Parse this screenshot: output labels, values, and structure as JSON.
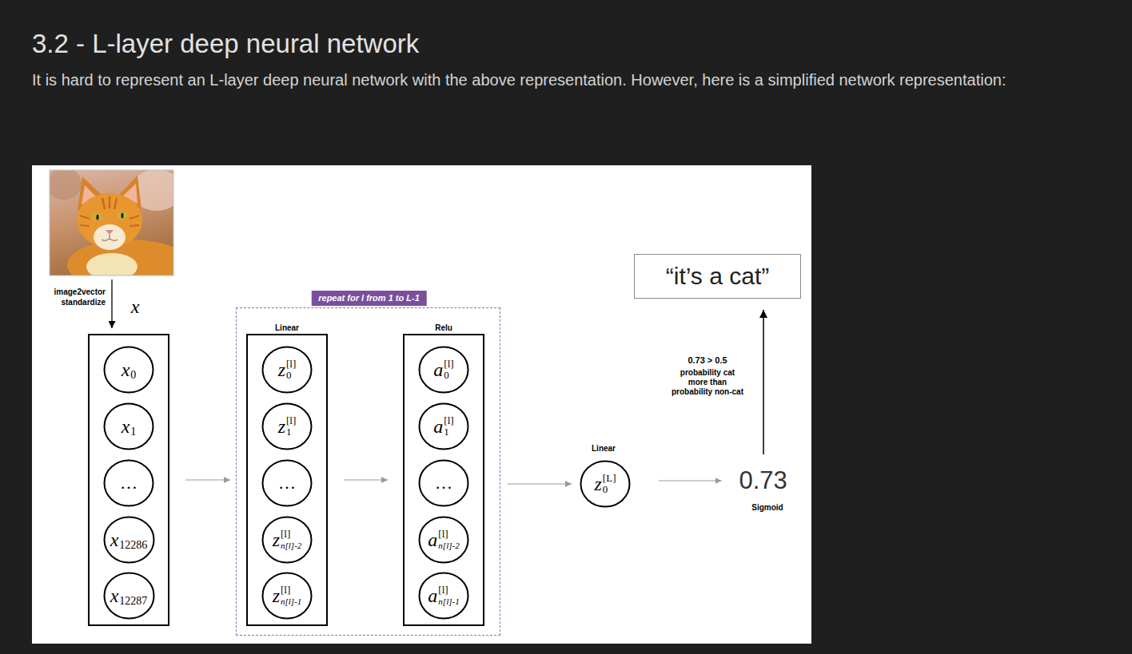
{
  "diagram": {
    "title": "3.2 - L-layer deep neural network",
    "nodes": [
      {
        "text": [
          "x"
        ]
      },
      {
        "text": [
          "x",
          "0"
        ],
        "in": 0
      },
      {
        "text": [
          "x",
          "1"
        ],
        "in": 0
      },
      {
        "text": [
          "…"
        ],
        "in": 0
      },
      {
        "text": [
          "x",
          "12286"
        ],
        "in": 0
      },
      {
        "text": [
          "x",
          "12287"
        ],
        "in": 0
      },
      {
        "text": [
          "repeat for l from 1 to L-1"
        ]
      },
      {
        "text": [
          "Linear"
        ],
        "in": 6
      },
      {
        "text": [
          "z",
          "[l]",
          "0"
        ],
        "in": 7
      },
      {
        "text": [
          "z",
          "[l]",
          "1"
        ],
        "in": 7
      },
      {
        "text": [
          "…"
        ],
        "in": 7
      },
      {
        "text": [
          "z",
          "[l]",
          "n[l]-2"
        ],
        "in": 7
      },
      {
        "text": [
          "z",
          "[l]",
          "n[l]-1"
        ],
        "in": 7
      },
      {
        "text": [
          "Relu"
        ],
        "in": 6
      },
      {
        "text": [
          "a",
          "[l]",
          "0"
        ],
        "in": 13
      },
      {
        "text": [
          "a",
          "[l]",
          "1"
        ],
        "in": 13
      },
      {
        "text": [
          "…"
        ],
        "in": 13
      },
      {
        "text": [
          "a",
          "[l]",
          "n[l]-2"
        ],
        "in": 13
      },
      {
        "text": [
          "a",
          "[l]",
          "n[l]-1"
        ],
        "in": 13
      },
      {
        "text": [
          "Linear",
          "z",
          "[L]",
          "0"
        ]
      },
      {
        "text": [
          "0.73",
          "Sigmoid"
        ]
      },
      {
        "text": [
          "“it’s a cat”"
        ]
      }
    ],
    "edges": [
      {
        "from": 0,
        "to": 6,
        "arrow": "to"
      },
      {
        "from": 7,
        "to": 13,
        "arrow": "to"
      },
      {
        "from": 6,
        "to": 19,
        "arrow": "to"
      },
      {
        "from": 19,
        "to": 20,
        "arrow": "to"
      },
      {
        "from": 20,
        "to": 21,
        "arrow": "to"
      }
    ],
    "labels": [
      "It is hard to represent an L-layer deep neural network with the above representation. However, here is a simplified network representation:",
      "image2vector standardize",
      "0.73 > 0.5",
      "probability cat more than probability non-cat"
    ]
  }
}
